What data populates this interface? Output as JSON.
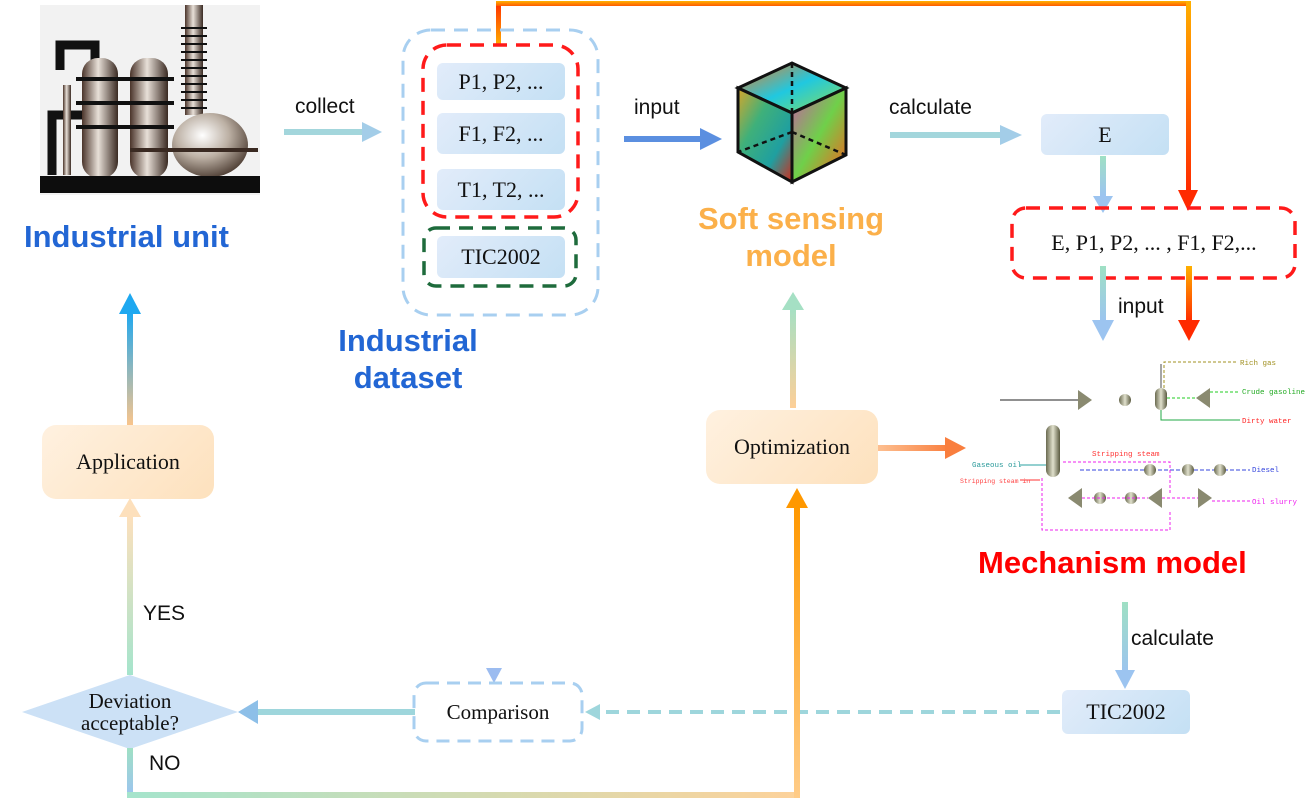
{
  "colors": {
    "blue_title": "#2266d4",
    "orange_title": "#fbb04a",
    "red_title": "#ff0000",
    "red_dash": "#ff1a1a",
    "green_dash": "#1e6b3c",
    "light_blue_dash": "#9cc8ee",
    "arrow_teal": "#9ed6dc",
    "arrow_blue": "#5b8fe0",
    "orange_line": "#ff9a00"
  },
  "titles": {
    "industrial_unit": "Industrial unit",
    "industrial_dataset_line1": "Industrial",
    "industrial_dataset_line2": "dataset",
    "soft_sensing_line1": "Soft sensing",
    "soft_sensing_line2": "model",
    "mechanism_model": "Mechanism model"
  },
  "dataset": {
    "variables": [
      "P1, P2, ...",
      "F1, F2, ...",
      "T1, T2, ..."
    ],
    "target": "TIC2002"
  },
  "nodes": {
    "e_box": "E",
    "combined_inputs": "E, P1, P2, ... , F1, F2,...",
    "optimization": "Optimization",
    "application": "Application",
    "comparison": "Comparison",
    "tic_output": "TIC2002",
    "decision_line1": "Deviation",
    "decision_line2": "acceptable?"
  },
  "edge_labels": {
    "collect": "collect",
    "input_soft": "input",
    "calculate_e": "calculate",
    "input_mech": "input",
    "calculate_tic": "calculate",
    "yes": "YES",
    "no": "NO"
  },
  "process_schematic": {
    "streams": [
      "Rich gas",
      "Crude gasoline",
      "Dirty water",
      "Stripping steam",
      "Gaseous oil",
      "Diesel",
      "Oil slurry",
      "Stripping steam in"
    ]
  },
  "icons": {
    "industrial_unit": "refinery-plant-icon",
    "soft_sensing": "colored-cube-icon",
    "mechanism": "process-flowsheet-icon"
  }
}
